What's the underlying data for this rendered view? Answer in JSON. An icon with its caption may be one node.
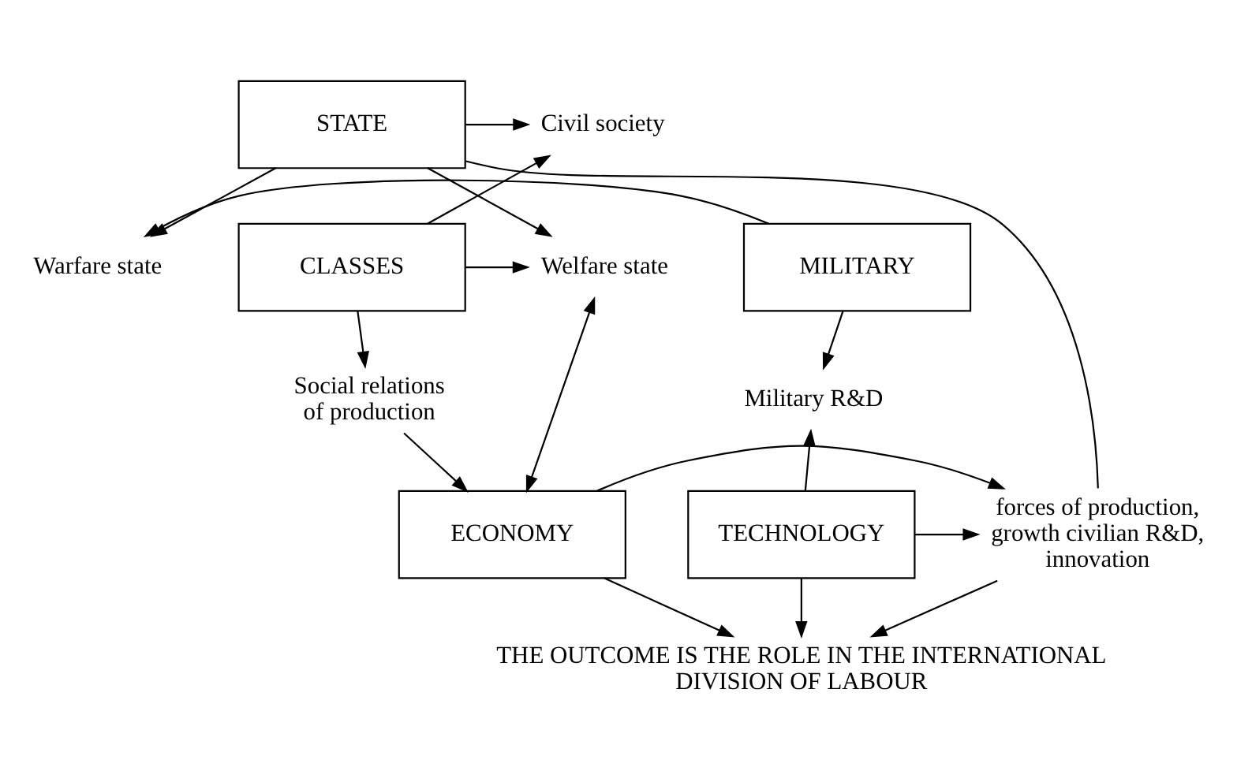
{
  "diagram": {
    "nodes": [
      {
        "text": [
          "STATE"
        ]
      },
      {
        "text": [
          "Civil society"
        ]
      },
      {
        "text": [
          "CLASSES"
        ]
      },
      {
        "text": [
          "Welfare state"
        ]
      },
      {
        "text": [
          "Warfare state"
        ]
      },
      {
        "text": [
          "MILITARY"
        ]
      },
      {
        "text": [
          "Social relations of production"
        ]
      },
      {
        "text": [
          "Military R&D"
        ]
      },
      {
        "text": [
          "ECONOMY"
        ]
      },
      {
        "text": [
          "forces of production, growth civilian R&D, innovation"
        ]
      },
      {
        "text": [
          "TECHNOLOGY"
        ]
      },
      {
        "text": [
          "THE OUTCOME IS THE ROLE IN THE INTERNATIONAL DIVISION OF LABOUR"
        ]
      }
    ],
    "edges": [
      {
        "from": 0,
        "to": 1,
        "arrow": "to"
      },
      {
        "from": 2,
        "to": 1,
        "arrow": "to"
      },
      {
        "from": 0,
        "to": 3,
        "arrow": "to"
      },
      {
        "from": 0,
        "to": 4,
        "arrow": "to"
      },
      {
        "from": 2,
        "to": 3,
        "arrow": "to"
      },
      {
        "from": 5,
        "to": 4,
        "arrow": "to"
      },
      {
        "from": 2,
        "to": 6,
        "arrow": "to"
      },
      {
        "from": 6,
        "to": 8,
        "arrow": "to"
      },
      {
        "from": 5,
        "to": 7,
        "arrow": "to"
      },
      {
        "from": 10,
        "to": 7,
        "arrow": "to"
      },
      {
        "from": 8,
        "to": 3,
        "arrow": "both"
      },
      {
        "from": 8,
        "to": 9,
        "arrow": "to"
      },
      {
        "from": 10,
        "to": 9,
        "arrow": "to"
      },
      {
        "from": 0,
        "to": 9,
        "arrow": "none"
      },
      {
        "from": 8,
        "to": 11,
        "arrow": "to"
      },
      {
        "from": 9,
        "to": 11,
        "arrow": "to"
      },
      {
        "from": 10,
        "to": 11,
        "arrow": "to"
      }
    ]
  }
}
